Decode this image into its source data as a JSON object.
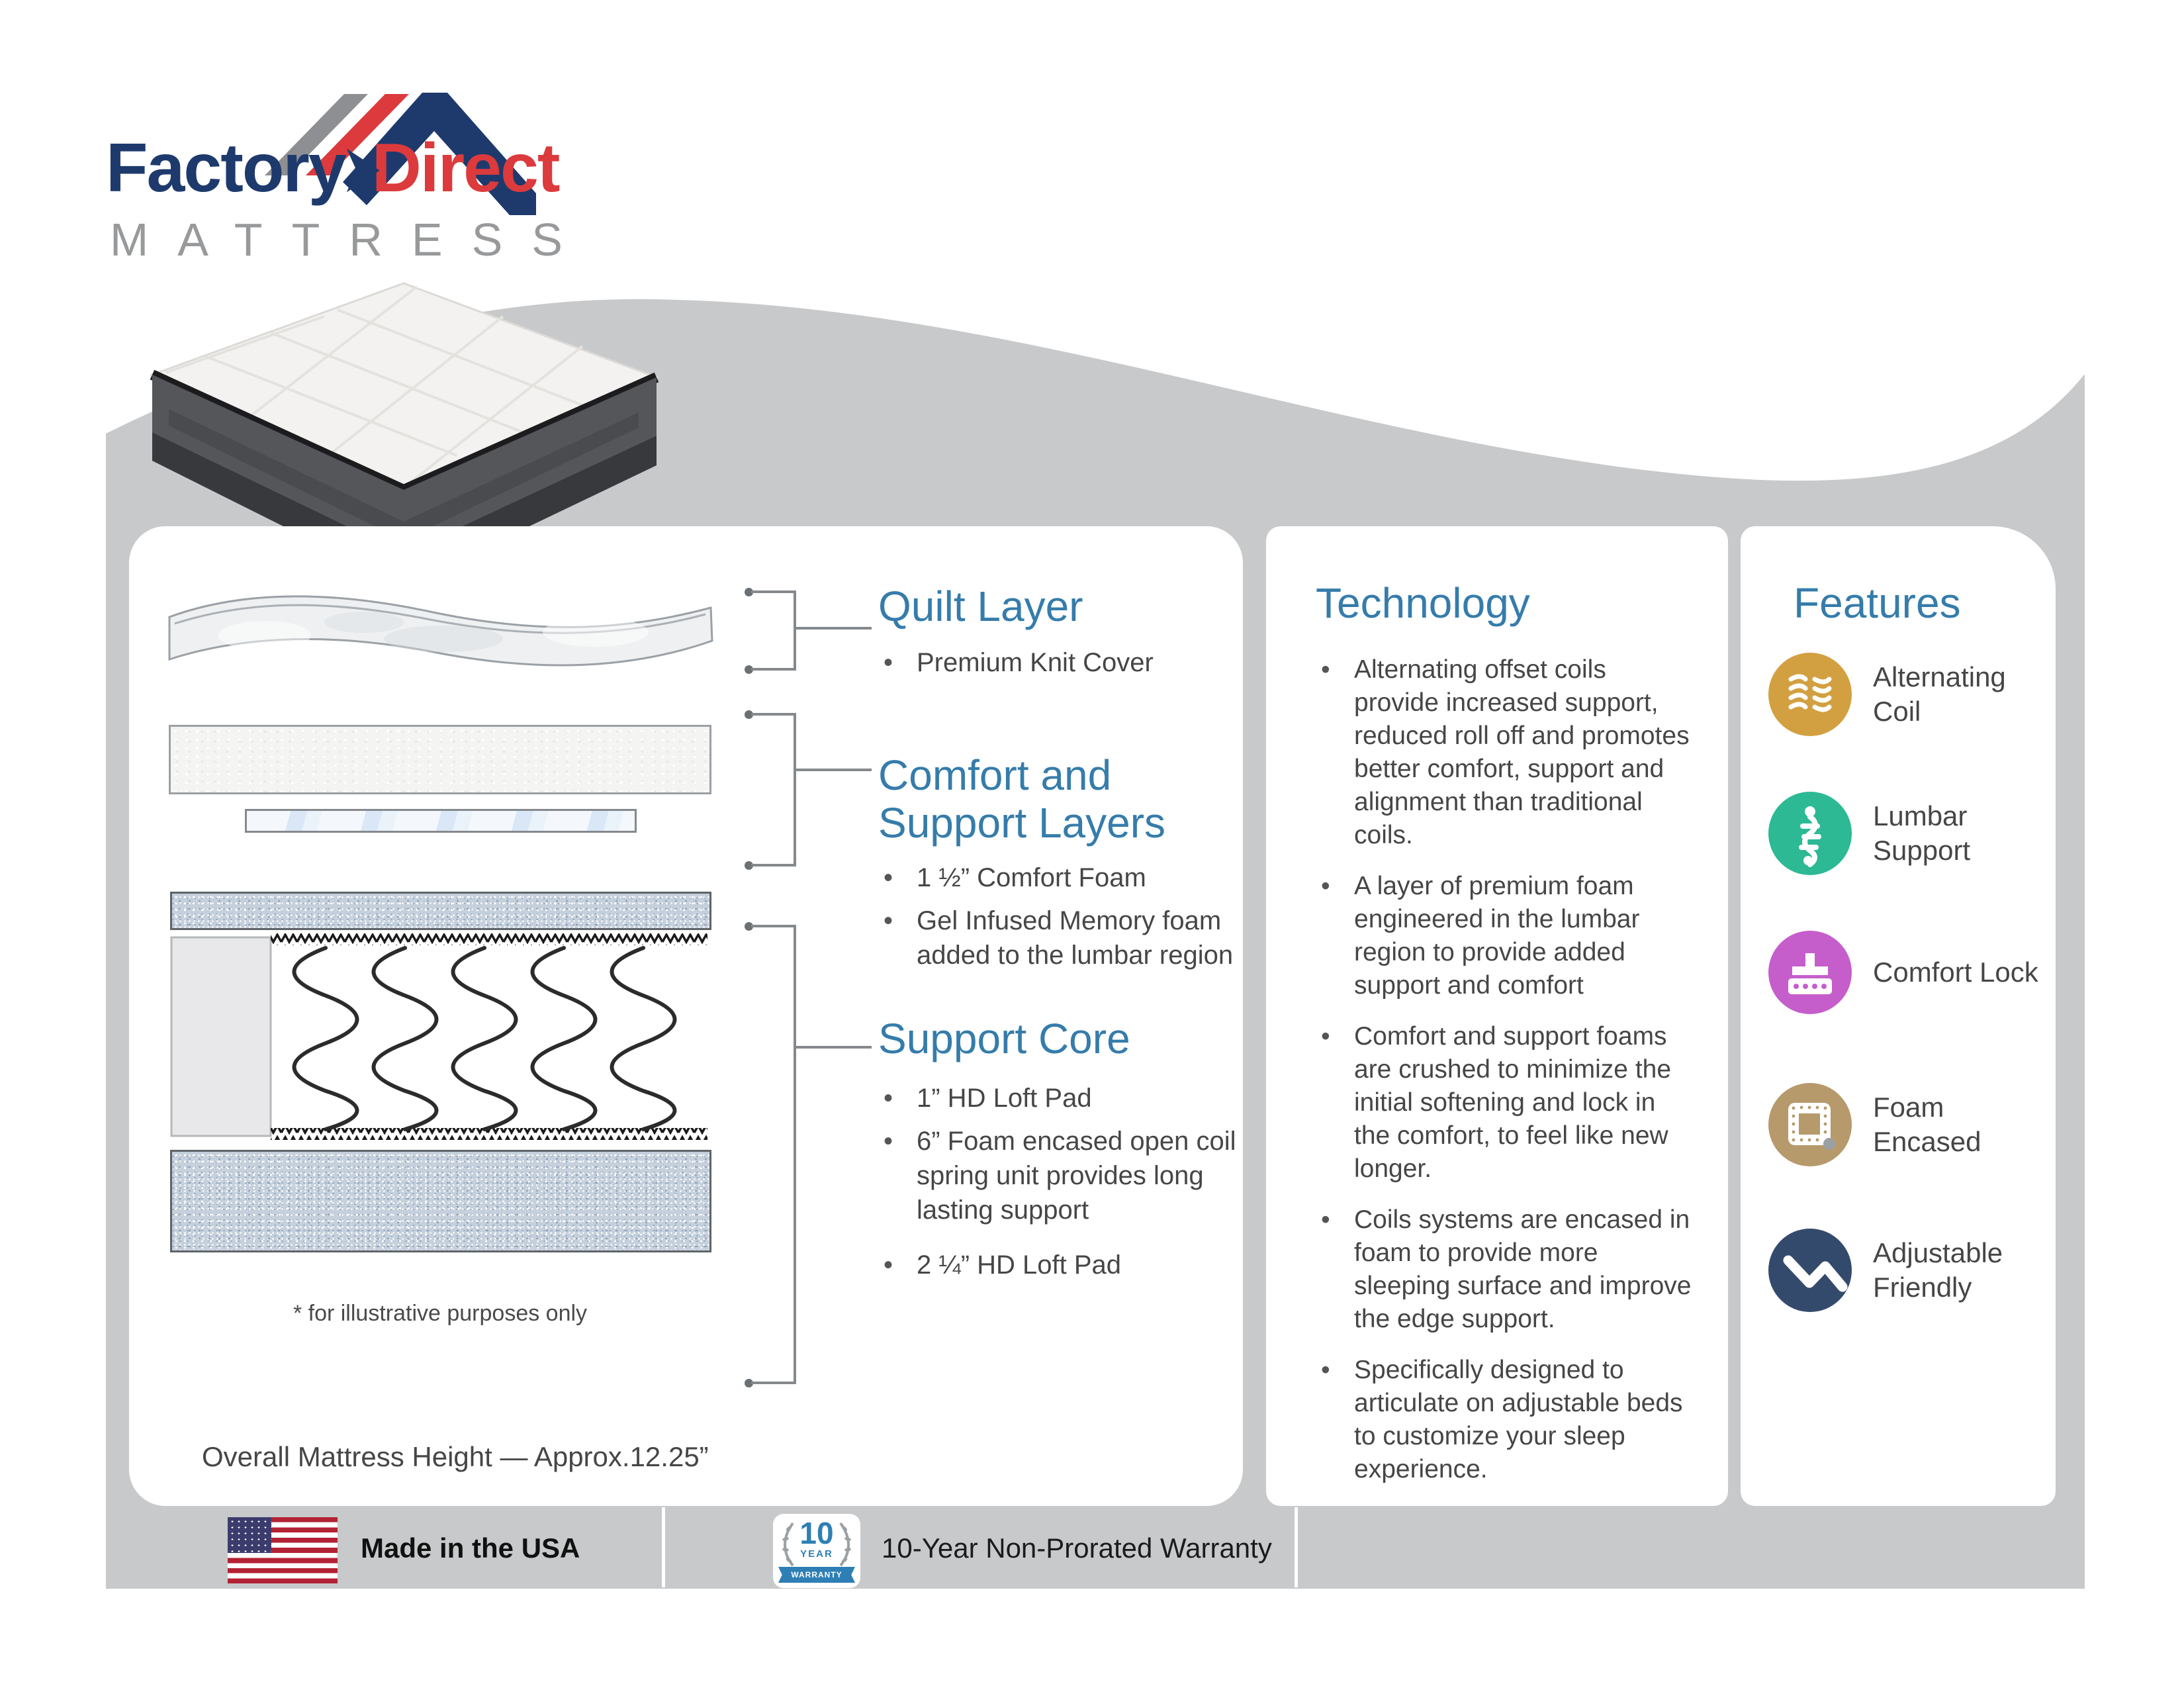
{
  "logo": {
    "factory": "Factory",
    "direct": "Direct",
    "sub": "MATTRESS"
  },
  "layers": {
    "quilt": {
      "title": "Quilt Layer",
      "bullet": "Premium Knit Cover"
    },
    "comfort": {
      "title_line1": "Comfort and",
      "title_line2": "Support Layers",
      "bullet1": "1 ½” Comfort Foam",
      "bullet2": "Gel Infused Memory foam added to the lumbar region"
    },
    "support": {
      "title": "Support Core",
      "bullet1": "1” HD Loft Pad",
      "bullet2": "6” Foam encased open coil spring unit provides long lasting support",
      "bullet3": "2 ¼” HD Loft Pad"
    },
    "footnote": "* for illustrative purposes only",
    "overall_height": "Overall Mattress Height — Approx.12.25”"
  },
  "technology": {
    "title": "Technology",
    "bullets": [
      "Alternating offset coils provide increased support, reduced roll off and promotes better comfort, support and alignment than traditional coils.",
      "A layer of premium foam engineered in the lumbar region to provide added support and comfort",
      "Comfort and support foams are crushed to minimize the initial softening and lock in the comfort, to feel like new longer.",
      "Coils systems are encased in foam to provide more sleeping surface and improve the edge support.",
      "Specifically designed to articulate on adjustable beds to customize your sleep experience."
    ]
  },
  "features": {
    "title": "Features",
    "items": [
      {
        "label": "Alternating Coil",
        "color": "#d2a041",
        "icon": "alternating-coil-icon"
      },
      {
        "label": "Lumbar Support",
        "color": "#2cb994",
        "icon": "lumbar-support-icon"
      },
      {
        "label": "Comfort Lock",
        "color": "#c55ecb",
        "icon": "comfort-lock-icon"
      },
      {
        "label": "Foam Encased",
        "color": "#b69a6c",
        "icon": "foam-encased-icon"
      },
      {
        "label": "Adjustable Friendly",
        "color": "#344a6d",
        "icon": "adjustable-friendly-icon"
      }
    ]
  },
  "footer": {
    "made_in": "Made in the USA",
    "warranty_text": "10-Year Non-Prorated Warranty",
    "badge": {
      "number": "10",
      "year": "YEAR",
      "ribbon": "WARRANTY"
    }
  },
  "colors": {
    "background_gray": "#c7c9cb",
    "heading_blue": "#357cab",
    "body_text": "#464646",
    "logo_navy": "#1e3a6d",
    "logo_red": "#dc3a3d",
    "badge_blue": "#2e7fb5"
  }
}
